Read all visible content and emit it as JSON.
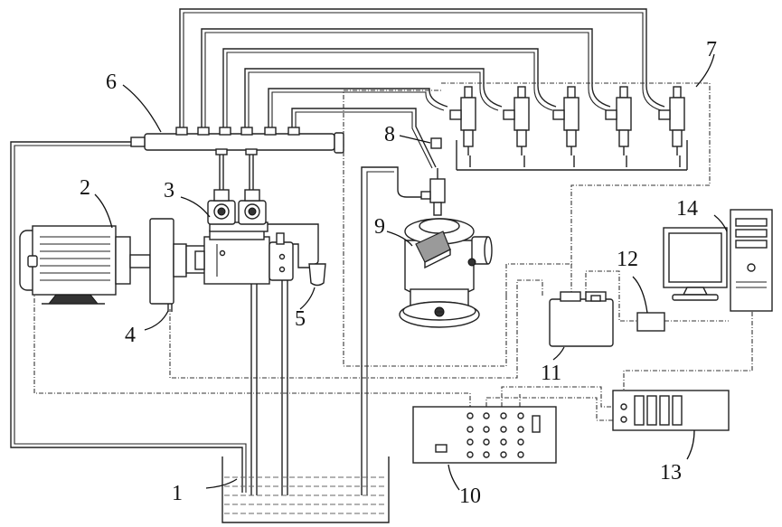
{
  "labels": {
    "l1": "1",
    "l2": "2",
    "l3": "3",
    "l4": "4",
    "l5": "5",
    "l6": "6",
    "l7": "7",
    "l8": "8",
    "l9": "9",
    "l10": "10",
    "l11": "11",
    "l12": "12",
    "l13": "13",
    "l14": "14"
  },
  "colors": {
    "line": "#222222",
    "background": "#ffffff"
  }
}
